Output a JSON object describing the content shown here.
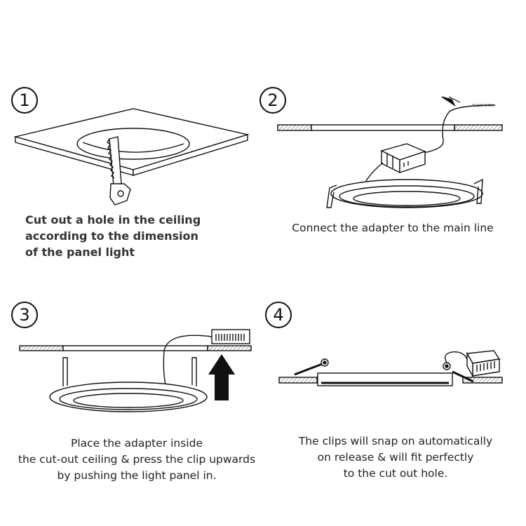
{
  "steps": [
    {
      "number": "1",
      "caption_lines": [
        "Cut out a hole in the ceiling",
        "according to the dimension",
        "of the panel light"
      ]
    },
    {
      "number": "2",
      "caption_lines": [
        "Connect the adapter to the main line"
      ]
    },
    {
      "number": "3",
      "caption_lines": [
        "Place the adapter inside",
        "the cut-out ceiling & press the clip upwards",
        "by pushing the light panel in."
      ]
    },
    {
      "number": "4",
      "caption_lines": [
        "The clips will snap on automatically",
        "on release & will fit perfectly",
        "to the cut out hole."
      ]
    }
  ],
  "colors": {
    "line": "#111111",
    "ceiling_hatch": "#444444",
    "background": "#ffffff"
  }
}
